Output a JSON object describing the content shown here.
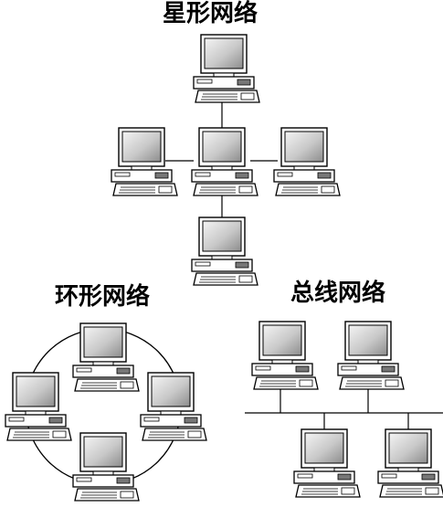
{
  "titles": {
    "star": "星形网络",
    "ring": "环形网络",
    "bus": "总线网络"
  },
  "colors": {
    "stroke": "#000000",
    "monitor_body": "#ffffff",
    "screen_light": "#ececec",
    "screen_dark": "#9a9a9a",
    "keyboard": "#ffffff"
  },
  "icons": {
    "computer": "desktop-computer-icon"
  }
}
